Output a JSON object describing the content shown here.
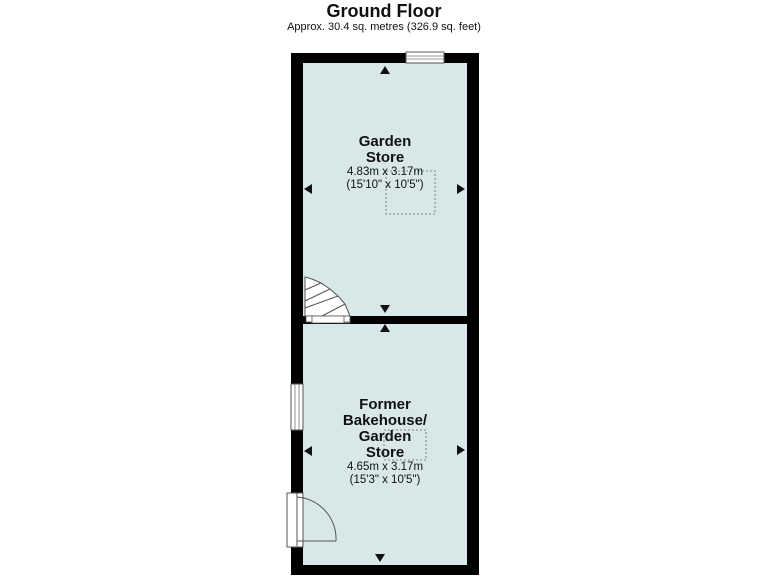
{
  "plan": {
    "title": "Ground Floor",
    "area": "Approx. 30.4 sq. metres (326.9 sq. feet)"
  },
  "rooms": [
    {
      "name_line1": "Garden",
      "name_line2": "Store",
      "dim_metric": "4.83m x 3.17m",
      "dim_imperial": "(15'10\" x 10'5\")"
    },
    {
      "name_line1": "Former",
      "name_line2": "Bakehouse/",
      "name_line3": "Garden",
      "name_line4": "Store",
      "dim_metric": "4.65m x 3.17m",
      "dim_imperial": "(15'3\" x 10'5\")"
    }
  ],
  "colors": {
    "floor_fill": "#d8e8e8",
    "wall": "#000000"
  }
}
